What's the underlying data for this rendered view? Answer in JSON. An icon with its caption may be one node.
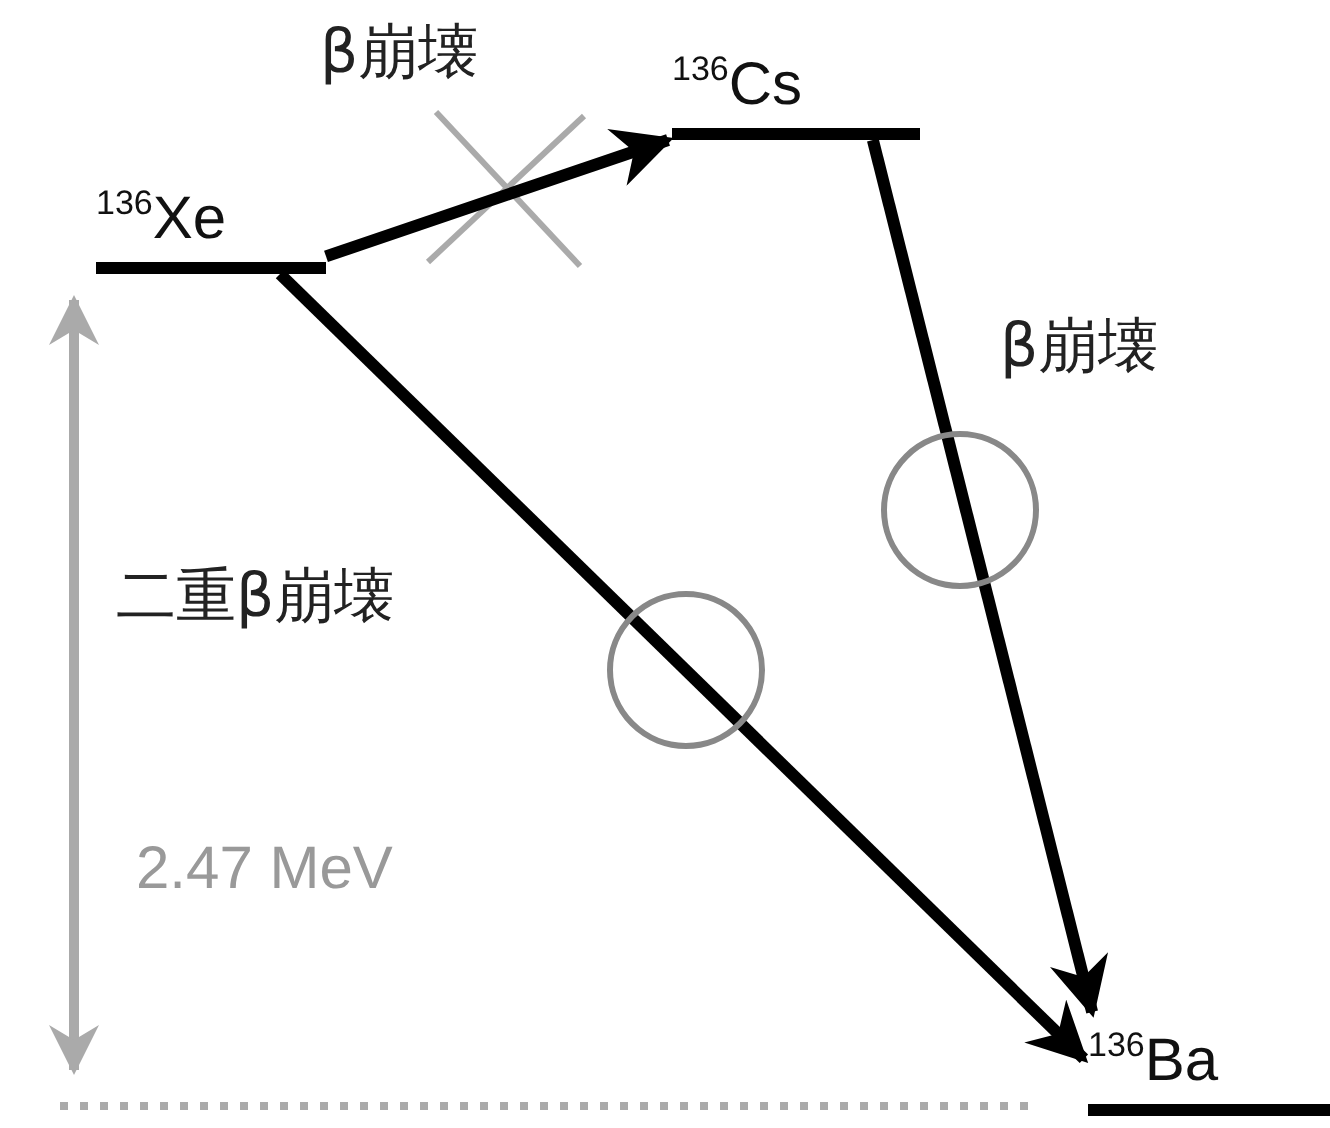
{
  "diagram": {
    "nodes": [
      {
        "text": [
          "$^{136}$Xe"
        ]
      },
      {
        "text": [
          "$^{136}$Cs"
        ]
      },
      {
        "text": [
          "$^{136}$Ba"
        ]
      }
    ],
    "edges": [
      {
        "from": 0,
        "to": 1,
        "arrow": "to",
        "label": "β崩壊"
      },
      {
        "from": 1,
        "to": 2,
        "arrow": "to",
        "label": "β崩壊"
      },
      {
        "from": 0,
        "to": 2,
        "arrow": "to",
        "label": "二重β崩壊"
      }
    ],
    "labels": [
      "2.47 MeV"
    ]
  }
}
